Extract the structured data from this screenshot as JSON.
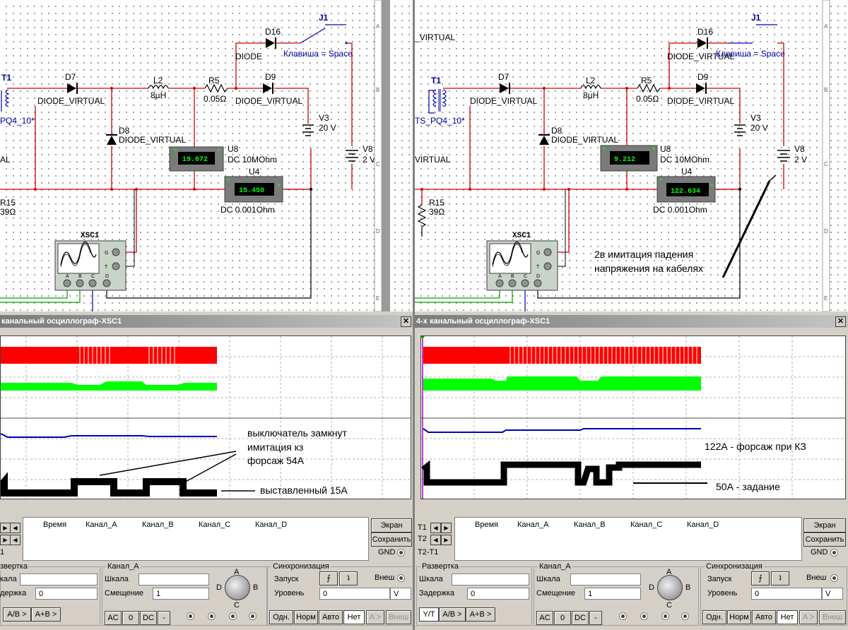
{
  "left": {
    "schematic": {
      "j1": "J1",
      "key": "Клавиша = Space",
      "d16": "D16",
      "diode": "DIODE",
      "t1": "T1",
      "tsname": "PQ4_10*",
      "virtual": "AL",
      "d7": "D7",
      "d7type": "DIODE_VIRTUAL",
      "l2": "L2",
      "l2val": "8µH",
      "r5": "R5",
      "r5val": "0.05Ω",
      "d9": "D9",
      "d9type": "DIODE_VIRTUAL",
      "d8": "D8",
      "d8type": "DIODE_VIRTUAL",
      "v3": "V3",
      "v3val": "20 V",
      "u8": "U8",
      "u8mode": "DC  10MOhm",
      "u8val": "19.672",
      "u4": "U4",
      "u4mode": "DC  0.001Ohm",
      "u4val": "15.450",
      "v8": "V8",
      "v8val": "2 V",
      "r15": "R15",
      "r15val": "39Ω",
      "xsc": "XSC1",
      "border_a": "A",
      "border_b": "B",
      "border_c": "C",
      "border_d": "D",
      "border_e": "E"
    },
    "title": "канальный осциллограф-XSC1",
    "annotations": {
      "sw1": "выключатель замкнут",
      "sw2": "имитация кз",
      "sw3": "форсаж 54А",
      "set": "выставленный 15А"
    }
  },
  "right": {
    "schematic": {
      "j1": "J1",
      "key": "Клавиша = Space",
      "d16": "D16",
      "diode": "DIODE_VIRTUAL",
      "t1": "T1",
      "tsname": "TS_PQ4_10*",
      "virtual_top": "_VIRTUAL",
      "virtual": "VIRTUAL",
      "d7": "D7",
      "d7type": "DIODE_VIRTUAL",
      "l2": "L2",
      "l2val": "8µH",
      "r5": "R5",
      "r5val": "0.05Ω",
      "d9": "D9",
      "d9type": "DIODE_VIRTUAL",
      "d8": "D8",
      "d8type": "DIODE_VIRTUAL",
      "v3": "V3",
      "v3val": "20 V",
      "u8": "U8",
      "u8mode": "DC  10MOhm",
      "u8val": "9.212",
      "u4": "U4",
      "u4mode": "DC  0.001Ohm",
      "u4val": "122.634",
      "v8": "V8",
      "v8val": "2 V",
      "r15": "R15",
      "r15val": "39Ω",
      "xsc": "XSC1",
      "note1": "2в имитация падения",
      "note2": "напряжения на кабелях",
      "border_a": "A",
      "border_b": "B",
      "border_c": "C",
      "border_d": "D",
      "border_e": "E"
    },
    "title": "4-х канальный осциллограф-XSC1",
    "annotations": {
      "force": "122А - форсаж при КЗ",
      "task": "50А - задание"
    }
  },
  "controls": {
    "close": "✕",
    "time_col": "Время",
    "ch_a": "Канал_A",
    "ch_b": "Канал_B",
    "ch_c": "Канал_C",
    "ch_d": "Канал_D",
    "t1": "T1",
    "t2": "T2",
    "t2t1": "T2-T1",
    "t1_short": "1",
    "screen": "Экран",
    "save": "Сохранить",
    "gnd": "GND",
    "sweep": "Развертка",
    "sweep_cut": "звертка",
    "scale": "Шкала",
    "scale_cut": "кала",
    "delay": "Задержка",
    "delay_cut": "держка",
    "delay_val": "0",
    "channel": "Канал_A",
    "ch_scale": "Шкала",
    "offset": "Смещение",
    "offset_val": "1",
    "sync": "Синхронизация",
    "trigger": "Запуск",
    "ext": "Внеш",
    "level": "Уровень",
    "level_val": "0",
    "level_unit": "V",
    "yt": "Y/T",
    "ab": "A/B >",
    "apb": "A+B >",
    "ac": "AC",
    "zero": "0",
    "dc": "DC",
    "minus": "-",
    "once": "Одн.",
    "norm": "Норм",
    "auto": "Авто",
    "none": "Нет",
    "aext": "A >",
    "ext2": "Внеш",
    "knob_a": "A",
    "knob_b": "B",
    "knob_c": "C",
    "knob_d": "D"
  },
  "scope_left": {
    "series": [
      {
        "name": "Канал_A",
        "color": "#ff0000"
      },
      {
        "name": "Канал_B",
        "color": "#00ff00"
      },
      {
        "name": "Канал_C",
        "color": "#0000c0"
      },
      {
        "name": "Канал_D",
        "color": "#000000"
      }
    ]
  },
  "scope_right": {
    "series": [
      {
        "name": "Канал_A",
        "color": "#ff0000"
      },
      {
        "name": "Канал_B",
        "color": "#00ff00"
      },
      {
        "name": "Канал_C",
        "color": "#0000c0"
      },
      {
        "name": "Канал_D",
        "color": "#000000"
      }
    ]
  }
}
